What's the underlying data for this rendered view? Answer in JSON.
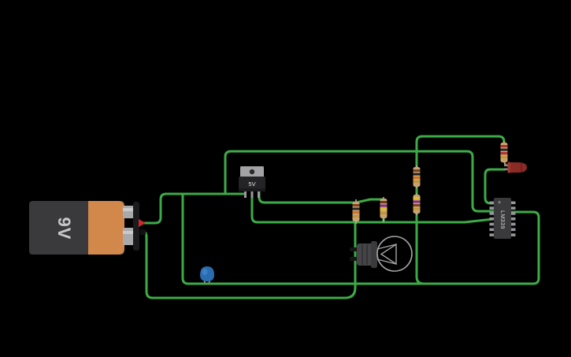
{
  "canvas": {
    "background": "#000000",
    "wire_color": "#3cab47"
  },
  "components": {
    "battery": {
      "label": "9V",
      "body_color": "#3a3a3c",
      "cap_color": "#d2884b",
      "plus_marker_color": "#cc2a2a"
    },
    "regulator": {
      "label": "5V",
      "body_color": "#242427",
      "tab_color": "#a3a3a5"
    },
    "ic": {
      "label": "LM339",
      "pin1_marker": "+",
      "body_color": "#3a3a3d"
    },
    "led": {
      "color": "#8c2a25"
    },
    "capacitor": {
      "color": "#2a6cb0"
    },
    "bulb": {
      "glass_color": "#a6a6a8",
      "socket_color": "#454548"
    },
    "resistors": [
      {
        "id": "R1",
        "bands": [
          "brown",
          "black",
          "orange",
          "gold"
        ]
      },
      {
        "id": "R2",
        "bands": [
          "brown",
          "violet",
          "yellow",
          "gold"
        ]
      },
      {
        "id": "R3",
        "bands": [
          "brown",
          "black",
          "orange",
          "gold"
        ]
      },
      {
        "id": "R4",
        "bands": [
          "yellow",
          "violet",
          "brown",
          "gold"
        ]
      },
      {
        "id": "R5",
        "bands": [
          "red",
          "black",
          "red",
          "gold"
        ]
      }
    ]
  }
}
